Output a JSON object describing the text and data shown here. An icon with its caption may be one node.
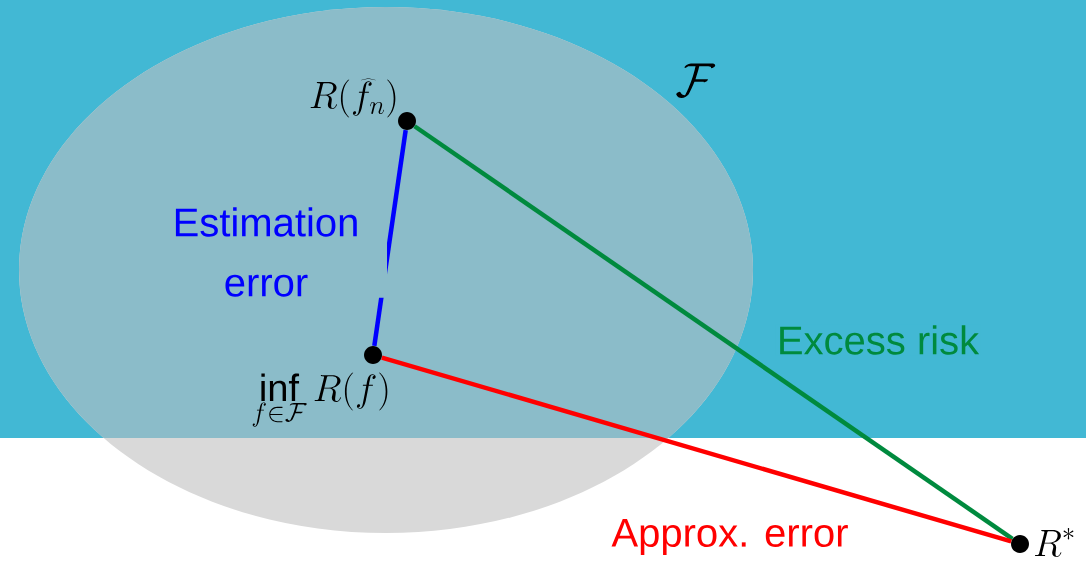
{
  "diagram": {
    "nodes": [
      {
        "text": [
          "\\mathcal{F}"
        ]
      },
      {
        "text": [],
        "shape": "circle",
        "in": 0,
        "beside": [
          "R(\\widehat{f}_n)"
        ]
      },
      {
        "text": [],
        "shape": "circle",
        "in": 0,
        "beside": [
          "\\inf_{f\\in\\mathcal{F}} R(f)"
        ]
      },
      {
        "text": [],
        "shape": "circle",
        "beside": [
          "R^*"
        ]
      }
    ],
    "edges": [
      {
        "from": 1,
        "to": 2,
        "arrow": "none",
        "label": "Estimation error",
        "color": "#0000ff"
      },
      {
        "from": 1,
        "to": 3,
        "arrow": "none",
        "label": "Excess risk",
        "color": "#008a3e"
      },
      {
        "from": 2,
        "to": 3,
        "arrow": "none",
        "label": "Approx. error",
        "color": "#ff0000"
      }
    ]
  }
}
